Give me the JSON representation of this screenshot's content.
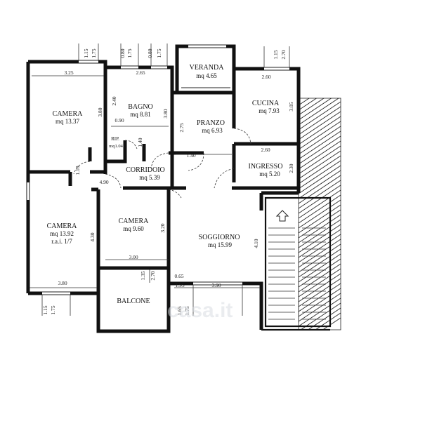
{
  "rooms": {
    "veranda": {
      "name": "VERANDA",
      "area": "mq 4.65"
    },
    "bagno": {
      "name": "BAGNO",
      "area": "mq 8.81"
    },
    "camera1": {
      "name": "CAMERA",
      "area": "mq 13.37"
    },
    "cucina": {
      "name": "CUCINA",
      "area": "mq 7.93"
    },
    "pranzo": {
      "name": "PRANZO",
      "area": "mq 6.93"
    },
    "rip": {
      "name": "RIP.",
      "area": "mq1.04"
    },
    "corridoio": {
      "name": "CORRIDOIO",
      "area": "mq 5.39"
    },
    "ingresso": {
      "name": "INGRESSO",
      "area": "mq 5.20"
    },
    "camera2": {
      "name": "CAMERA",
      "area": "mq 13.92",
      "note": "r.a.i. 1/7"
    },
    "camera3": {
      "name": "CAMERA",
      "area": "mq 9.60"
    },
    "soggiorno": {
      "name": "SOGGIORNO",
      "area": "mq 15.99"
    },
    "balcone": {
      "name": "BALCONE"
    }
  },
  "dimensions": {
    "d_top1": "1.15",
    "d_top2": "1.75",
    "d_top3": "0.80",
    "d_top4": "1.75",
    "d_top5": "0.80",
    "d_top6": "1.75",
    "d_top7": "1.15",
    "d_top8": "2.70",
    "d_325": "3.25",
    "d_265": "2.65",
    "d_260a": "2.60",
    "d_240": "2.40",
    "d_380a": "3.80",
    "d_380b": "3.80",
    "d_305": "3.05",
    "d_275": "2.75",
    "d_090": "0.90",
    "d_140a": "1.40",
    "d_140b": "1.40",
    "d_260b": "2.60",
    "d_230": "2.30",
    "d_110": "1.10",
    "d_490": "4.90",
    "d_430": "4.30",
    "d_320": "3.20",
    "d_410": "4.10",
    "d_300": "3.00",
    "d_135": "1.35",
    "d_270b": "2.70",
    "d_065": "0.65",
    "d_195": "1.95",
    "d_390": "3.90",
    "d_380c": "3.80",
    "d_115b": "1.15",
    "d_175b": "1.75",
    "d_165": "1.65",
    "d_175c": "1.75"
  },
  "watermark": "casa.it",
  "icons": {
    "entrance": "entrance-arrow-icon"
  }
}
